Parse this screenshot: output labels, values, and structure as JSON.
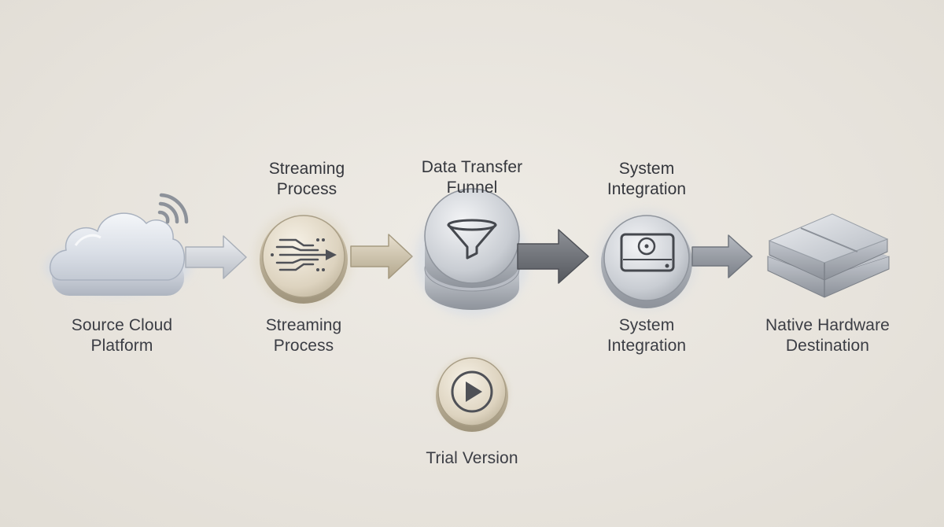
{
  "nodes": {
    "source": {
      "line1": "Source Cloud",
      "line2": "Platform"
    },
    "streaming": {
      "top1": "Streaming",
      "top2": "Process",
      "bottom1": "Streaming",
      "bottom2": "Process"
    },
    "funnel": {
      "top1": "Data Transfer",
      "top2": "Funnel"
    },
    "integration": {
      "top1": "System",
      "top2": "Integration",
      "bottom1": "System",
      "bottom2": "Integration"
    },
    "destination": {
      "line1": "Native Hardware",
      "line2": "Destination"
    },
    "trial": {
      "label": "Trial Version"
    }
  },
  "icons": {
    "source": "cloud-icon",
    "signal": "wireless-signal-icon",
    "streaming": "data-stream-icon",
    "funnel": "funnel-icon",
    "integration": "hard-drive-icon",
    "destination": "console-hardware-icon",
    "trial": "play-icon"
  },
  "colors": {
    "background": "#e7e3dc",
    "beige_accent": "#c9bfa8",
    "silver": "#b8bcc4",
    "dark_arrow": "#6b6e74",
    "text": "#3b3d44"
  }
}
